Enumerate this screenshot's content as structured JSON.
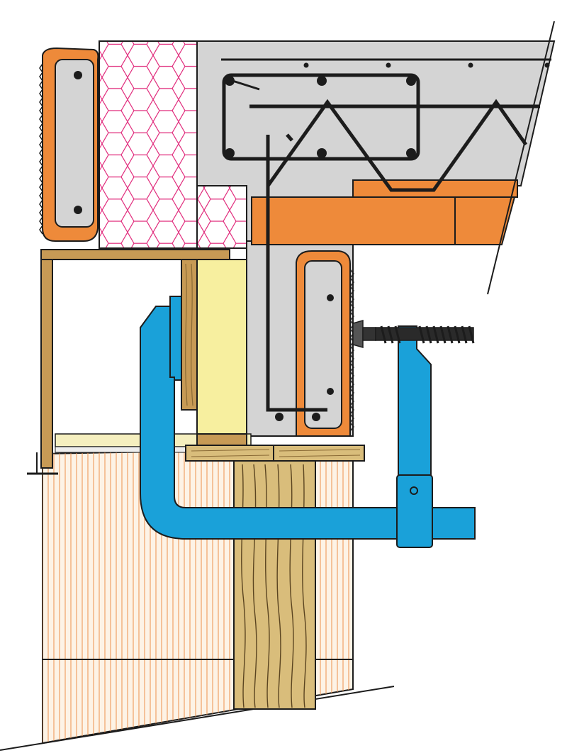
{
  "diagram": {
    "kind": "construction-section",
    "labels": [],
    "colors": {
      "outline": "#1c1c1c",
      "concrete": "#d4d4d4",
      "insulation_bg": "#ffffff",
      "insulation_hex": "#e0287a",
      "brick": "#ee8a3a",
      "timber": "#c79a55",
      "timber_grain": "#8a6a35",
      "post": "#d9bd7b",
      "post_grain": "#5a4420",
      "pale_yellow": "#f7ef9f",
      "cream": "#f5efbf",
      "clamp": "#1aa1d9",
      "rebar": "#1c1c1c",
      "wall_stripe": "#ee9a5a",
      "wall_bg": "#fdf3e6"
    },
    "components": [
      "concrete-slab",
      "concrete-beam",
      "rebar-cage",
      "lattice-girder",
      "hollow-brick-left",
      "hollow-brick-right",
      "hexagon-insulation",
      "insulation-step",
      "brick-lintel",
      "brick-lintel-top",
      "timber-frame",
      "timber-batten",
      "insulation-strip",
      "timber-board",
      "timber-post",
      "masonry-wall",
      "steel-clamp",
      "clamp-screw",
      "clamp-slider"
    ]
  }
}
